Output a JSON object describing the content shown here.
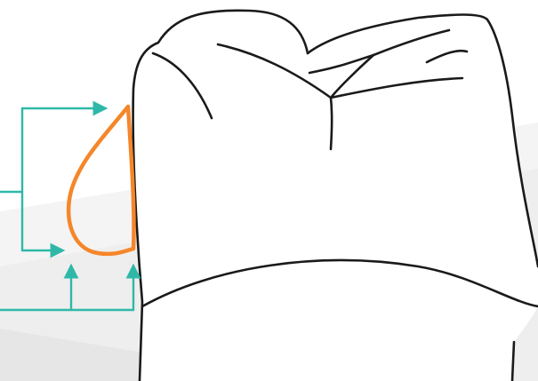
{
  "diagram": {
    "subject": "tooth-crown-outline",
    "colors": {
      "background": "#ffffff",
      "shade_light": "#f3f3f3",
      "shade_mid": "#e9e9e9",
      "outline": "#1a1a1a",
      "highlight": "#f5862a",
      "arrows": "#2fb8a8"
    },
    "elements": [
      {
        "name": "tooth-outline",
        "kind": "outline"
      },
      {
        "name": "highlighted-region",
        "kind": "outline"
      },
      {
        "name": "bracket-arrow-upper",
        "kind": "arrow",
        "direction": "right"
      },
      {
        "name": "bracket-arrow-lower",
        "kind": "arrow",
        "direction": "right"
      },
      {
        "name": "bottom-arrow-left",
        "kind": "arrow",
        "direction": "up"
      },
      {
        "name": "bottom-arrow-right",
        "kind": "arrow",
        "direction": "up"
      }
    ]
  }
}
